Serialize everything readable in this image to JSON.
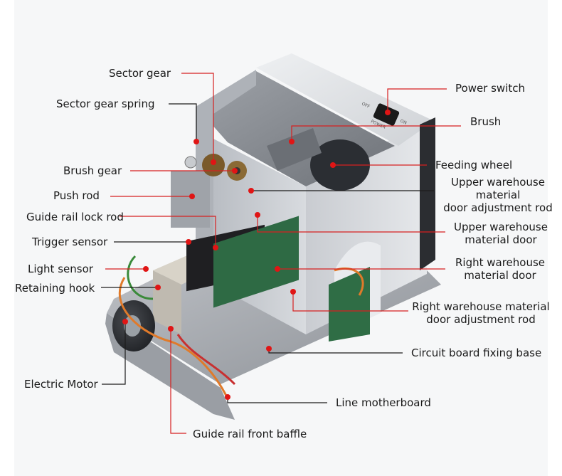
{
  "diagram": {
    "colors": {
      "leader": "#d62020",
      "leader_dark": "#1c1c1c",
      "dot": "#e01515"
    },
    "labels": {
      "sector_gear": "Sector gear",
      "sector_gear_spring": "Sector gear spring",
      "brush_gear": "Brush gear",
      "push_rod": "Push rod",
      "guide_rail_lock_rod": "Guide rail lock rod",
      "trigger_sensor": "Trigger sensor",
      "light_sensor": "Light sensor",
      "retaining_hook": "Retaining hook",
      "electric_motor": "Electric Motor",
      "guide_rail_front_baffle": "Guide rail front baffle",
      "power_switch": "Power switch",
      "brush": "Brush",
      "feeding_wheel": "Feeding wheel",
      "upper_warehouse_door_adjust_rod": [
        "Upper warehouse",
        "material",
        "door adjustment rod"
      ],
      "upper_warehouse_door": [
        "Upper warehouse",
        "material door"
      ],
      "right_warehouse_door": [
        "Right warehouse",
        "material door"
      ],
      "right_warehouse_door_adjust_rod": [
        "Right warehouse material",
        "door adjustment rod"
      ],
      "circuit_board_fixing_base": "Circuit board fixing base",
      "line_motherboard": "Line motherboard"
    },
    "device_markings": {
      "switch_off": "OFF",
      "switch_on": "ON",
      "switch_power": "POWER"
    }
  }
}
